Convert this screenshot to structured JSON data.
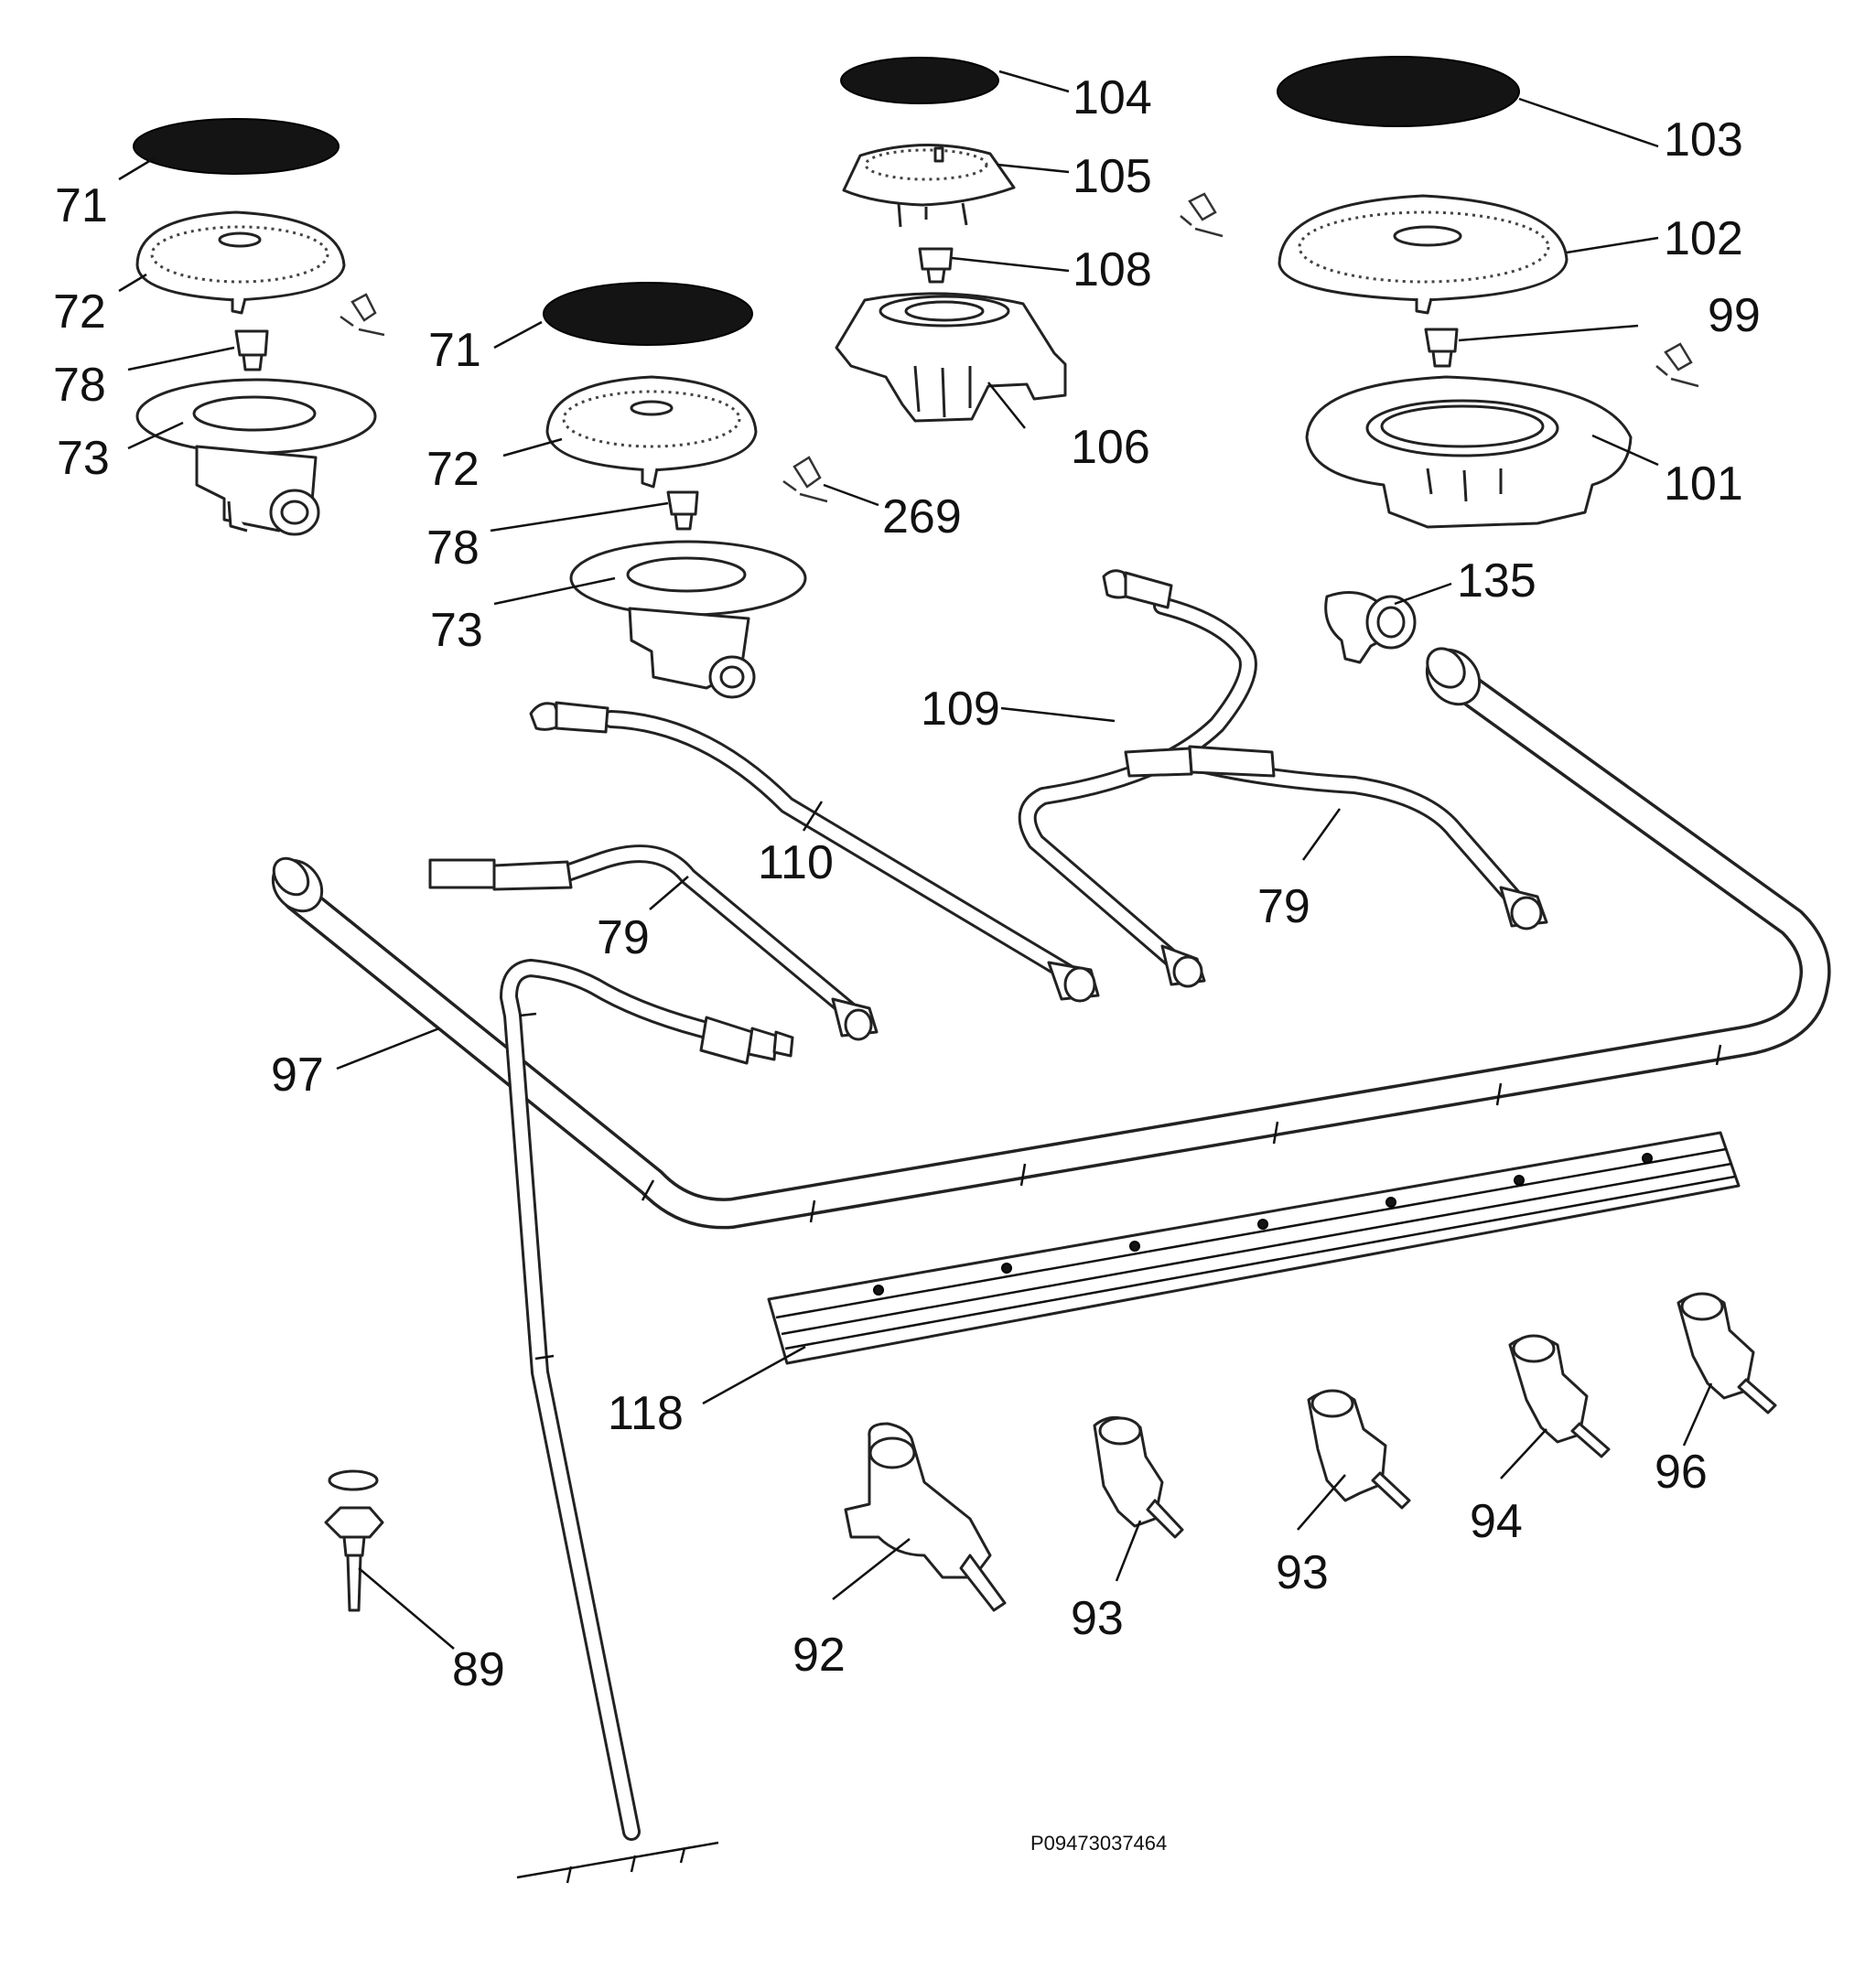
{
  "diagram": {
    "drawing_code": "P09473037464",
    "part_labels": {
      "l71a": "71",
      "l72a": "72",
      "l78a": "78",
      "l73a": "73",
      "l71b": "71",
      "l72b": "72",
      "l78b": "78",
      "l73b": "73",
      "l104": "104",
      "l105": "105",
      "l108": "108",
      "l106": "106",
      "l269": "269",
      "l103": "103",
      "l102": "102",
      "l99": "99",
      "l101": "101",
      "l135": "135",
      "l109": "109",
      "l110": "110",
      "l79a": "79",
      "l79b": "79",
      "l97": "97",
      "l118": "118",
      "l89": "89",
      "l92": "92",
      "l93a": "93",
      "l93b": "93",
      "l94": "94",
      "l96": "96"
    }
  }
}
